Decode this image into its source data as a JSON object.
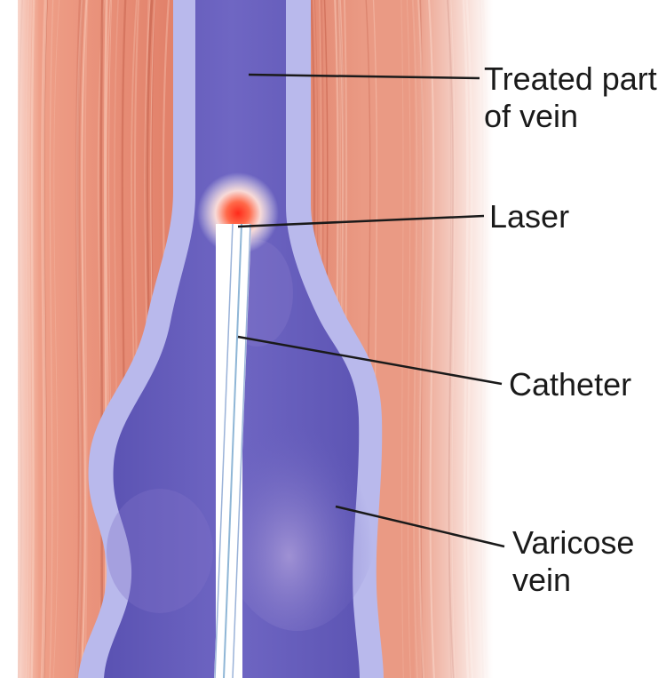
{
  "labels": {
    "treated": [
      "Treated part",
      "of vein"
    ],
    "laser": "Laser",
    "catheter": "Catheter",
    "varicose": [
      "Varicose",
      "vein"
    ]
  },
  "colors": {
    "background": "#ffffff",
    "muscle": "#e58e78",
    "muscle_fiber_light": "#f7c6b4",
    "muscle_fiber_dark": "#c7644f",
    "vein_wall": "#b9b9ec",
    "vein_interior": "#6a62bf",
    "vein_highlight": "#a99ad8",
    "catheter": "#ffffff",
    "laser_glow": "#ff3a2a",
    "leader_line": "#1a1a1a",
    "text": "#1a1a1a"
  }
}
